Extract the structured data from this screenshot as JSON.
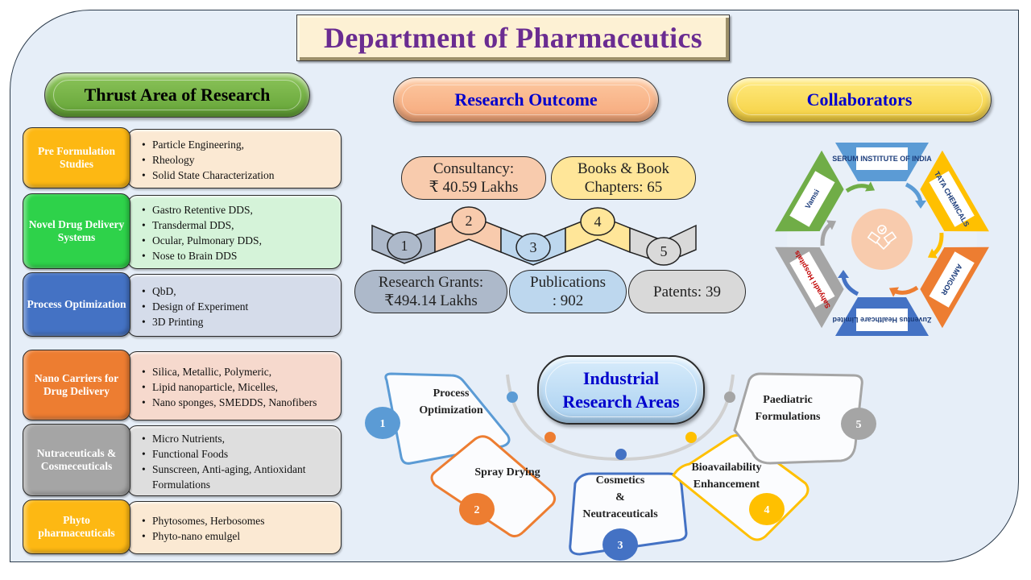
{
  "title": "Department of Pharmaceutics",
  "colors": {
    "panel_bg": "#e6eef8",
    "title_text": "#6a2c91",
    "heading_blue": "#0000cc"
  },
  "thrust": {
    "heading": "Thrust Area of Research",
    "rows": [
      {
        "label": "Pre Formulation Studies",
        "color": "#fdb813",
        "body_bg": "#fbe9d3",
        "items": [
          "Particle Engineering,",
          "Rheology",
          "Solid State Characterization"
        ]
      },
      {
        "label": "Novel Drug Delivery Systems",
        "color": "#2ed24a",
        "body_bg": "#d5f3d9",
        "items": [
          "Gastro Retentive DDS,",
          "Transdermal DDS,",
          "Ocular, Pulmonary DDS,",
          "Nose to Brain DDS"
        ]
      },
      {
        "label": "Process Optimization",
        "color": "#4472c4",
        "body_bg": "#d5dcea",
        "items": [
          "QbD,",
          "Design of Experiment",
          "3D Printing"
        ]
      },
      {
        "label": "Nano Carriers for Drug Delivery",
        "color": "#ed7d31",
        "body_bg": "#f6d9cd",
        "items": [
          "Silica, Metallic, Polymeric,",
          "Lipid nanoparticle, Micelles,",
          "Nano sponges, SMEDDS, Nanofibers"
        ]
      },
      {
        "label": "Nutraceuticals & Cosmeceuticals",
        "color": "#a5a5a5",
        "body_bg": "#dedede",
        "items": [
          "Micro Nutrients,",
          "Functional Foods",
          "Sunscreen, Anti-aging, Antioxidant Formulations"
        ]
      },
      {
        "label": "Phyto pharmaceuticals",
        "color": "#fdb813",
        "body_bg": "#fbe9d3",
        "items": [
          "Phytosomes, Herbosomes",
          "Phyto-nano emulgel"
        ]
      }
    ]
  },
  "outcome": {
    "heading": "Research Outcome",
    "items": [
      {
        "num": "1",
        "line1": "Research Grants:",
        "line2": "₹494.14 Lakhs",
        "color": "#adb9ca"
      },
      {
        "num": "2",
        "line1": "Consultancy:",
        "line2": "₹ 40.59 Lakhs",
        "color": "#f8cbad"
      },
      {
        "num": "3",
        "line1": "Publications",
        "line2": ": 902",
        "color": "#bdd7ee"
      },
      {
        "num": "4",
        "line1": "Books & Book",
        "line2": "Chapters: 65",
        "color": "#ffe699"
      },
      {
        "num": "5",
        "line1": "Patents: 39",
        "line2": "",
        "color": "#d9d9d9"
      }
    ]
  },
  "collaborators": {
    "heading": "Collaborators",
    "center_icon": "handshake-icon",
    "partners": [
      {
        "name": "SERUM INSTITUTE OF INDIA",
        "color": "#5b9bd5"
      },
      {
        "name": "TATA CHEMICALS",
        "color": "#ffc000"
      },
      {
        "name": "AMVIGOR",
        "color": "#ed7d31"
      },
      {
        "name": "Zuventus Healthcare Limited",
        "color": "#4472c4"
      },
      {
        "name": "Sahyadri Hospitals",
        "color": "#a5a5a5"
      },
      {
        "name": "Vamsi",
        "color": "#70ad47"
      }
    ]
  },
  "industrial": {
    "heading_line1": "Industrial",
    "heading_line2": "Research Areas",
    "areas": [
      {
        "num": "1",
        "text": [
          "Process",
          "Optimization"
        ],
        "color": "#5b9bd5"
      },
      {
        "num": "2",
        "text": [
          "Spray Drying"
        ],
        "color": "#ed7d31"
      },
      {
        "num": "3",
        "text": [
          "Cosmetics",
          "&",
          "Neutraceuticals"
        ],
        "color": "#4472c4"
      },
      {
        "num": "4",
        "text": [
          "Bioavailability",
          "Enhancement"
        ],
        "color": "#ffc000"
      },
      {
        "num": "5",
        "text": [
          "Paediatric",
          "Formulations"
        ],
        "color": "#a5a5a5"
      }
    ]
  }
}
